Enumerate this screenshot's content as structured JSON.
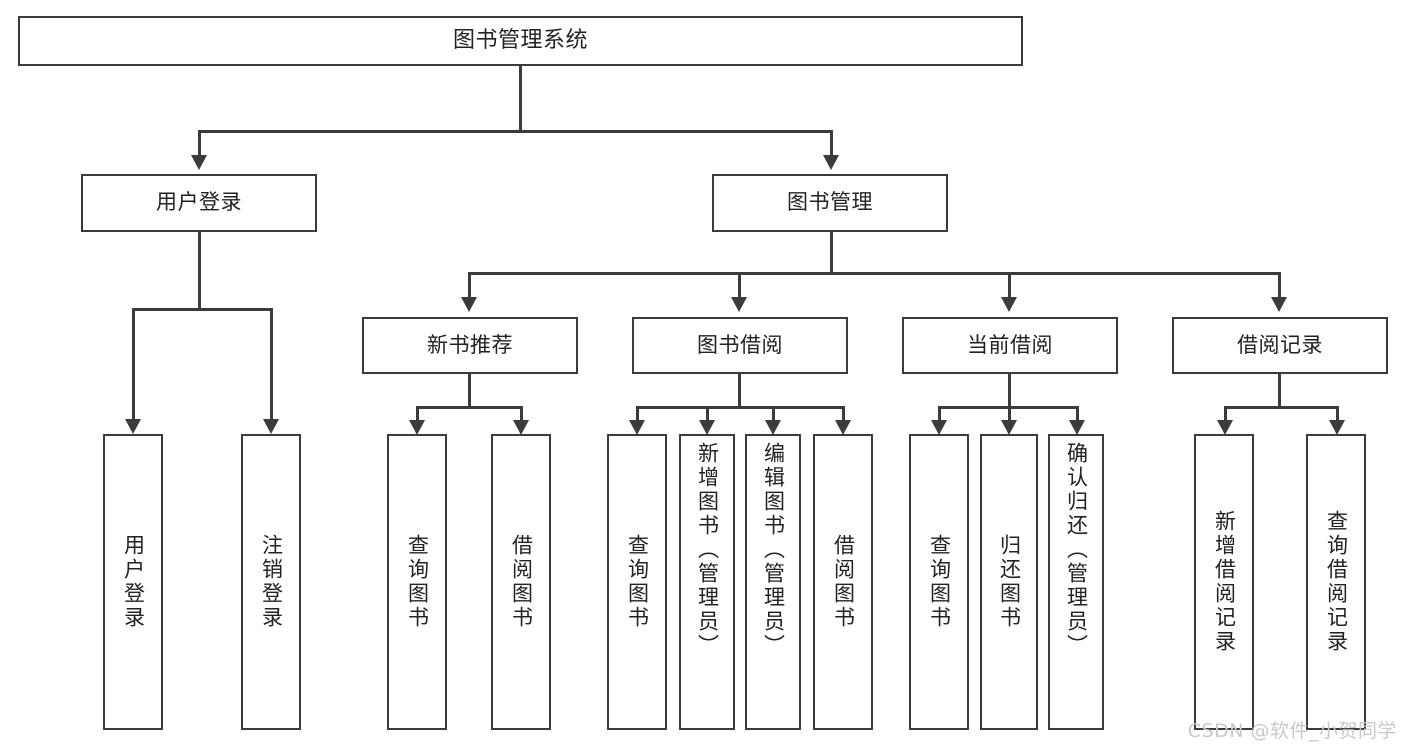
{
  "diagram": {
    "type": "tree-hierarchy-chart",
    "title": "图书管理系统",
    "line_color": "#3b3b3b",
    "box_fill": "#ffffff",
    "background": "#ffffff",
    "levels": 4
  },
  "nodes": {
    "root": {
      "label": "图书管理系统"
    },
    "level2": [
      {
        "id": "user-login",
        "label": "用户登录"
      },
      {
        "id": "book-manage",
        "label": "图书管理"
      }
    ],
    "level3": [
      {
        "id": "new-book-recommend",
        "label": "新书推荐"
      },
      {
        "id": "book-borrow",
        "label": "图书借阅"
      },
      {
        "id": "current-borrow",
        "label": "当前借阅"
      },
      {
        "id": "borrow-record",
        "label": "借阅记录"
      }
    ],
    "leaves": {
      "user_login": [
        {
          "id": "leaf-user-login",
          "label": "用户登录"
        },
        {
          "id": "leaf-logout",
          "label": "注销登录"
        }
      ],
      "new_book_recommend": [
        {
          "id": "leaf-query-book-1",
          "label": "查询图书"
        },
        {
          "id": "leaf-borrow-book-1",
          "label": "借阅图书"
        }
      ],
      "book_borrow": [
        {
          "id": "leaf-query-book-2",
          "label": "查询图书"
        },
        {
          "id": "leaf-add-book",
          "label": "新增图书（管理员）"
        },
        {
          "id": "leaf-edit-book",
          "label": "编辑图书（管理员）"
        },
        {
          "id": "leaf-borrow-book-2",
          "label": "借阅图书"
        }
      ],
      "current_borrow": [
        {
          "id": "leaf-query-book-3",
          "label": "查询图书"
        },
        {
          "id": "leaf-return-book",
          "label": "归还图书"
        },
        {
          "id": "leaf-confirm-return",
          "label": "确认归还（管理员）"
        }
      ],
      "borrow_record": [
        {
          "id": "leaf-add-record",
          "label": "新增借阅记录"
        },
        {
          "id": "leaf-query-record",
          "label": "查询借阅记录"
        }
      ]
    }
  },
  "watermark": {
    "text": "CSDN @软件_小贺同学"
  }
}
